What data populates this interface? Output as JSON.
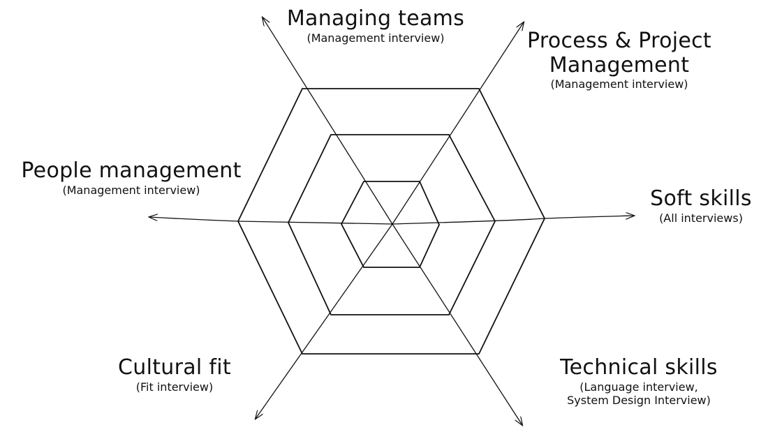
{
  "axes": [
    {
      "id": "managing-teams",
      "title": "Managing teams",
      "subtitle": [
        "(Management interview)"
      ]
    },
    {
      "id": "process-project-management",
      "title": [
        "Process & Project",
        "Management"
      ],
      "subtitle": [
        "(Management interview)"
      ]
    },
    {
      "id": "soft-skills",
      "title": "Soft skills",
      "subtitle": [
        "(All interviews)"
      ]
    },
    {
      "id": "technical-skills",
      "title": "Technical skills",
      "subtitle": [
        "(Language interview,",
        "System Design Interview)"
      ]
    },
    {
      "id": "cultural-fit",
      "title": "Cultural fit",
      "subtitle": [
        "(Fit interview)"
      ]
    },
    {
      "id": "people-management",
      "title": "People management",
      "subtitle": [
        "(Management interview)"
      ]
    }
  ],
  "rings": 3,
  "style": {
    "stroke_color": "#111111",
    "background": "#ffffff"
  }
}
